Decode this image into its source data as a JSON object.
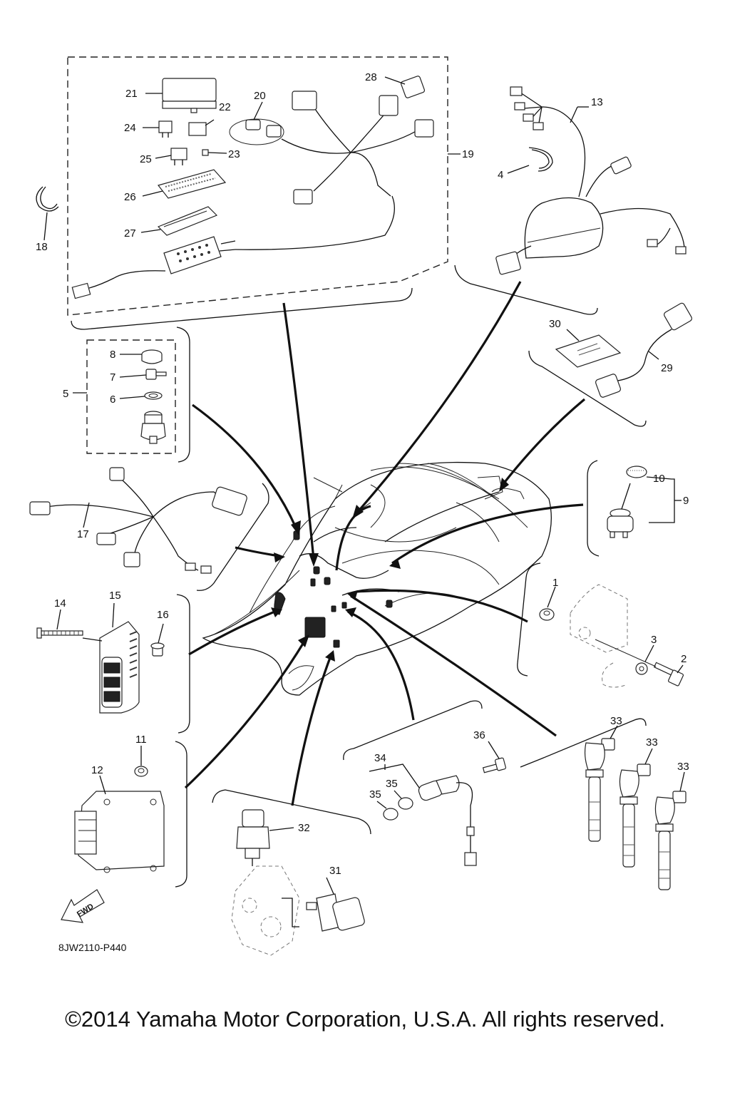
{
  "diagram": {
    "labels": {
      "p1": "1",
      "p2": "2",
      "p3": "3",
      "p4": "4",
      "p5": "5",
      "p6": "6",
      "p7": "7",
      "p8": "8",
      "p9": "9",
      "p10": "10",
      "p11": "11",
      "p12": "12",
      "p13": "13",
      "p14": "14",
      "p15": "15",
      "p16": "16",
      "p17": "17",
      "p18": "18",
      "p19": "19",
      "p20": "20",
      "p21": "21",
      "p22": "22",
      "p23": "23",
      "p24": "24",
      "p25": "25",
      "p26": "26",
      "p27": "27",
      "p28": "28",
      "p29": "29",
      "p30": "30",
      "p31": "31",
      "p32": "32",
      "p33a": "33",
      "p33b": "33",
      "p33c": "33",
      "p34": "34",
      "p35a": "35",
      "p35b": "35",
      "p36": "36"
    },
    "fwd_label": "FWD",
    "drawing_code": "8JW2110-P440",
    "copyright": "©2014 Yamaha Motor Corporation, U.S.A. All rights reserved."
  }
}
